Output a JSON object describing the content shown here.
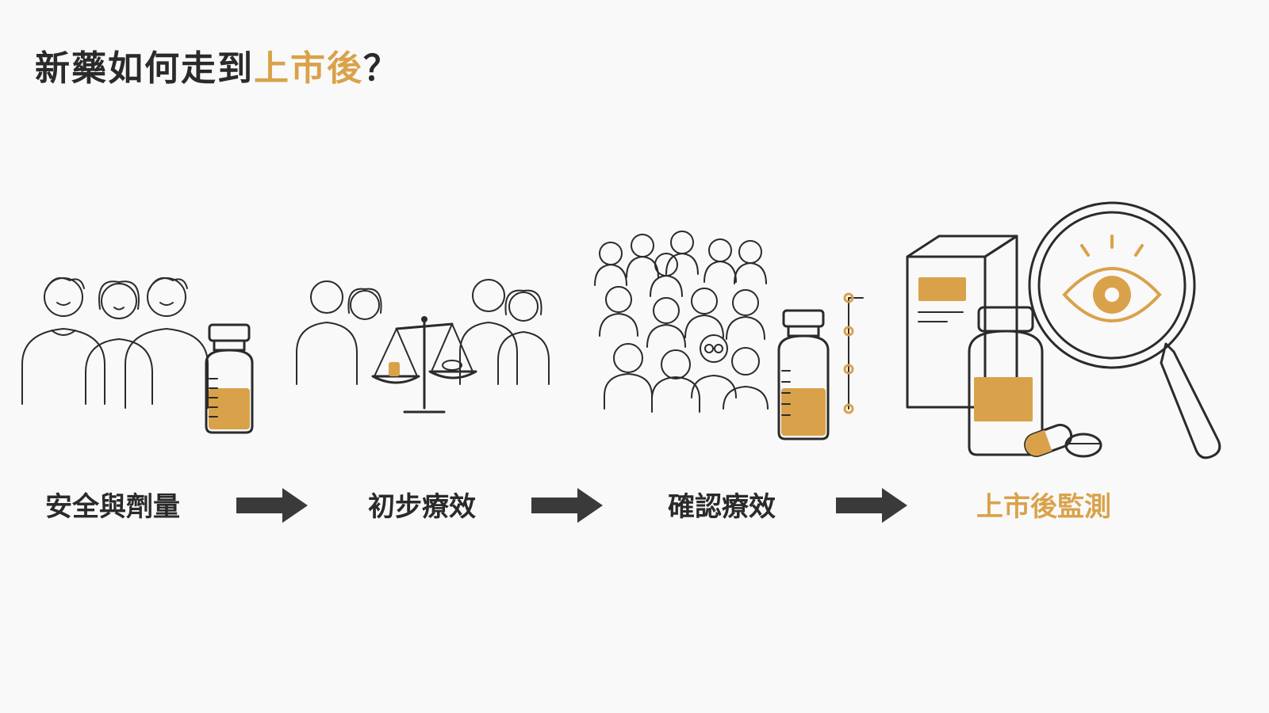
{
  "title": {
    "prefix": "新藥如何走到",
    "highlight": "上市後",
    "suffix": "？"
  },
  "stages": [
    {
      "label": "安全與劑量"
    },
    {
      "label": "初步療效"
    },
    {
      "label": "確認療效"
    },
    {
      "label": "上市後監測"
    }
  ],
  "colors": {
    "accent": "#d9a24a",
    "ink": "#2b2b2b",
    "background": "#f9f9f9"
  },
  "icons": [
    "people-icon",
    "medicine-vial-icon",
    "balance-scale-icon",
    "crowd-icon",
    "medicine-box-icon",
    "magnifying-glass-icon",
    "eye-icon",
    "capsule-icon",
    "tablet-icon"
  ]
}
